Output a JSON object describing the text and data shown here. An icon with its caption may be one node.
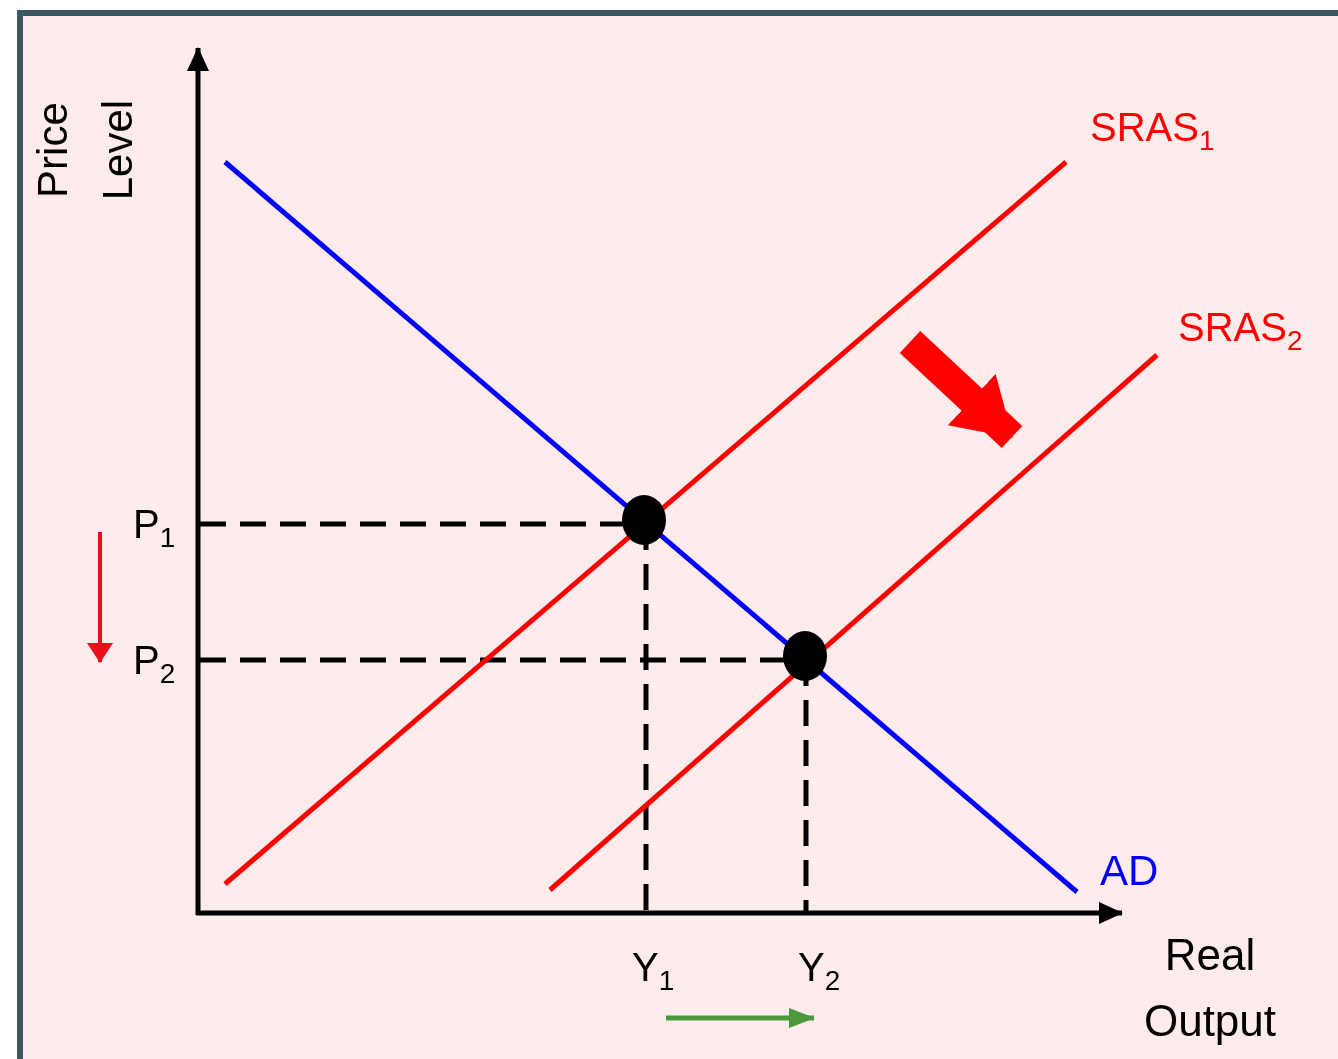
{
  "diagram": {
    "labels": [
      "Price Level",
      "SRAS$_{1}$",
      "SRAS$_{2}$",
      "P$_{1}$",
      "P$_{2}$",
      "AD",
      "Y$_{1}$",
      "Y$_{2}$",
      "Real Output"
    ]
  }
}
